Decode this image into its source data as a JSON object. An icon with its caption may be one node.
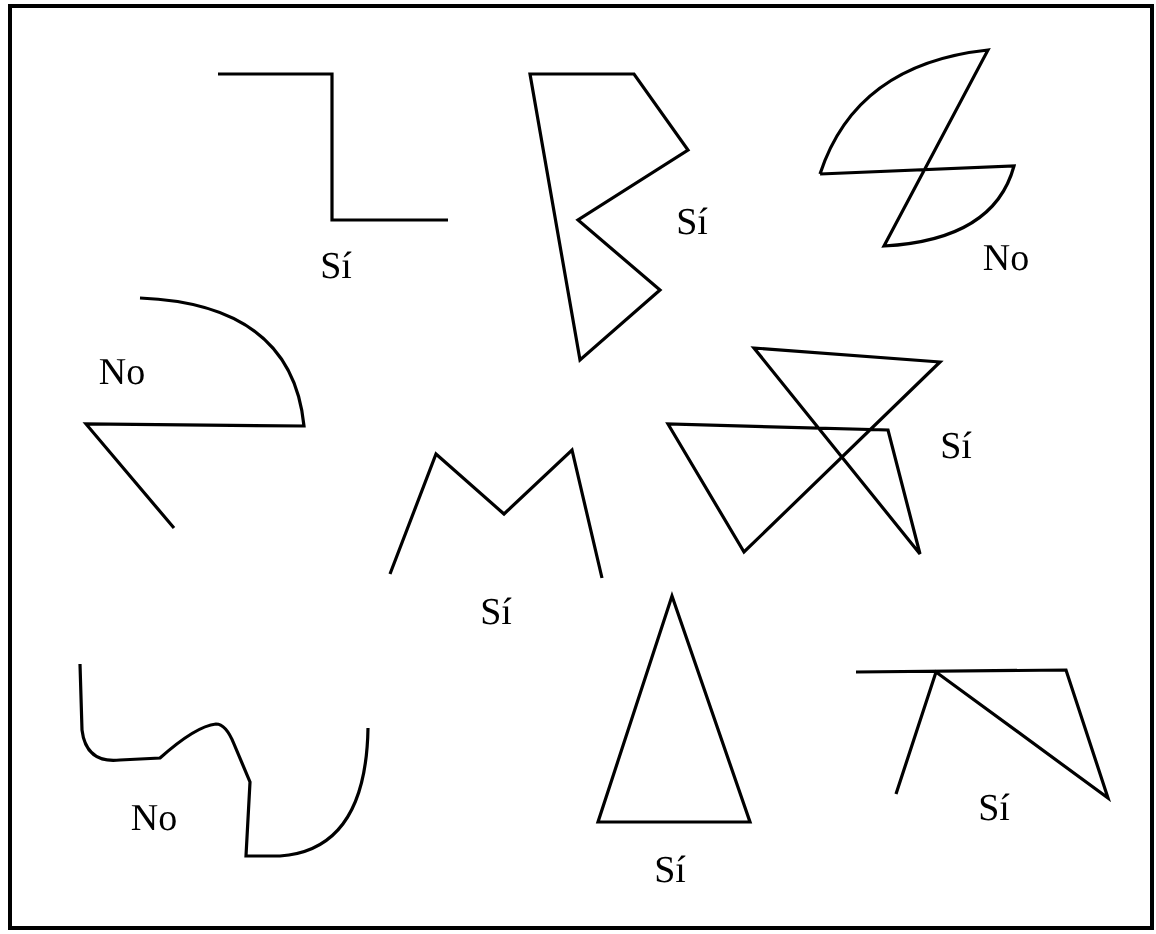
{
  "diagram": {
    "nodes": [
      {
        "text": [],
        "shape": "polyline",
        "beside": [
          "Sí"
        ]
      },
      {
        "text": [],
        "shape": "polygon",
        "beside": [
          "Sí"
        ]
      },
      {
        "text": [],
        "shape": "curve",
        "beside": [
          "No"
        ]
      },
      {
        "text": [
          "No"
        ]
      },
      {
        "text": [],
        "shape": "polyline",
        "beside": [
          "Sí"
        ]
      },
      {
        "text": [],
        "shape": "polygon",
        "beside": [
          "Sí"
        ]
      },
      {
        "text": [
          "No"
        ]
      },
      {
        "text": [],
        "shape": "polygon",
        "beside": [
          "Sí"
        ]
      },
      {
        "text": [],
        "shape": "polyline",
        "beside": [
          "Sí"
        ]
      }
    ]
  }
}
